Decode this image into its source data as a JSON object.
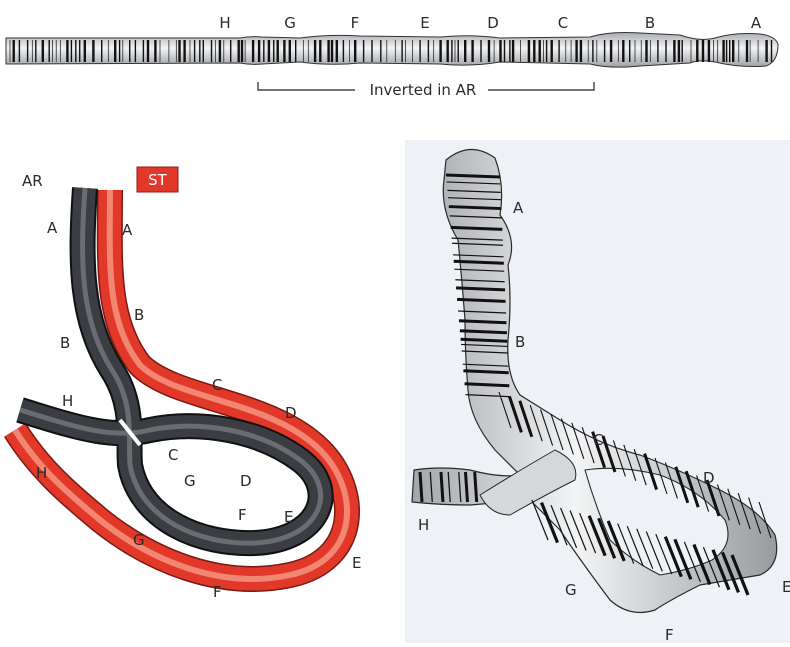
{
  "linear_map": {
    "section_labels": [
      "H",
      "G",
      "F",
      "E",
      "D",
      "C",
      "B",
      "A"
    ],
    "inversion_label": "Inverted in AR"
  },
  "pairing_schematic": {
    "strain_ar_label": "AR",
    "strain_st_label": "ST",
    "ar_labels": [
      "A",
      "B",
      "H",
      "C",
      "G",
      "D",
      "F",
      "E"
    ],
    "st_labels": [
      "A",
      "B",
      "C",
      "D",
      "H",
      "G",
      "F",
      "E"
    ]
  },
  "chromosome_drawing": {
    "labels": [
      "A",
      "B",
      "C",
      "D",
      "H",
      "G",
      "F",
      "E"
    ]
  },
  "colors": {
    "ar_strand": "#3a3d42",
    "st_strand": "#e2382a",
    "st_badge": "#e2382a",
    "chromosome_fill": "#d4d6d8",
    "band": "#111111",
    "panel_bg": "#eef1f5"
  }
}
